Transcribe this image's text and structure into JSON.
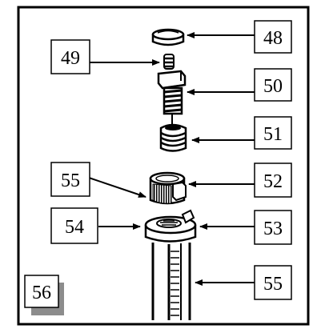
{
  "callouts": {
    "c48": "48",
    "c49": "49",
    "c50": "50",
    "c51": "51",
    "c52": "52",
    "c53": "53",
    "c54": "54",
    "c55_left": "55",
    "c55_right": "55",
    "c56": "56"
  },
  "colors": {
    "ink": "#000000",
    "paper": "#ffffff",
    "shadow": "#8c8c8c"
  }
}
